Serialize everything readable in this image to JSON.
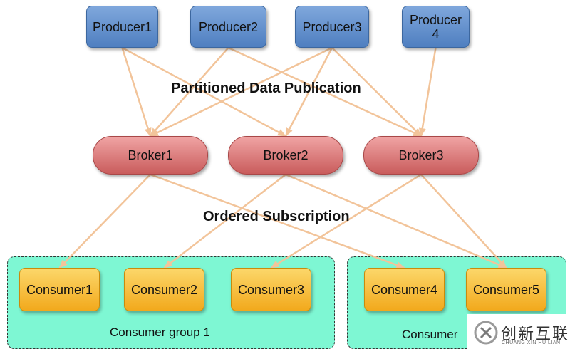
{
  "diagram": {
    "producers": [
      {
        "id": "p1",
        "label": "Producer1"
      },
      {
        "id": "p2",
        "label": "Producer2"
      },
      {
        "id": "p3",
        "label": "Producer3"
      },
      {
        "id": "p4",
        "label": "Producer\n4"
      }
    ],
    "brokers": [
      {
        "id": "b1",
        "label": "Broker1"
      },
      {
        "id": "b2",
        "label": "Broker2"
      },
      {
        "id": "b3",
        "label": "Broker3"
      }
    ],
    "consumers": [
      {
        "id": "c1",
        "label": "Consumer1"
      },
      {
        "id": "c2",
        "label": "Consumer2"
      },
      {
        "id": "c3",
        "label": "Consumer3"
      },
      {
        "id": "c4",
        "label": "Consumer4"
      },
      {
        "id": "c5",
        "label": "Consumer5"
      }
    ],
    "groups": [
      {
        "label": "Consumer group 1"
      },
      {
        "label": "Consumer"
      }
    ],
    "headings": {
      "publication": "Partitioned Data Publication",
      "subscription": "Ordered Subscription"
    },
    "edges": [
      [
        "p1",
        "b1"
      ],
      [
        "p1",
        "b2"
      ],
      [
        "p2",
        "b1"
      ],
      [
        "p2",
        "b3"
      ],
      [
        "p3",
        "b1"
      ],
      [
        "p3",
        "b2"
      ],
      [
        "p3",
        "b3"
      ],
      [
        "p4",
        "b3"
      ],
      [
        "b1",
        "c1"
      ],
      [
        "b1",
        "c4"
      ],
      [
        "b2",
        "c2"
      ],
      [
        "b2",
        "c5"
      ],
      [
        "b3",
        "c3"
      ],
      [
        "b3",
        "c5"
      ]
    ]
  },
  "watermark": {
    "title": "创新互联",
    "subtitle": "CHUANG XIN HU LIAN"
  },
  "colors": {
    "producer": "#5b8bcb",
    "broker": "#d97373",
    "consumer": "#f6b930",
    "group": "#7ef7d3",
    "edge": "#f2c49a"
  }
}
